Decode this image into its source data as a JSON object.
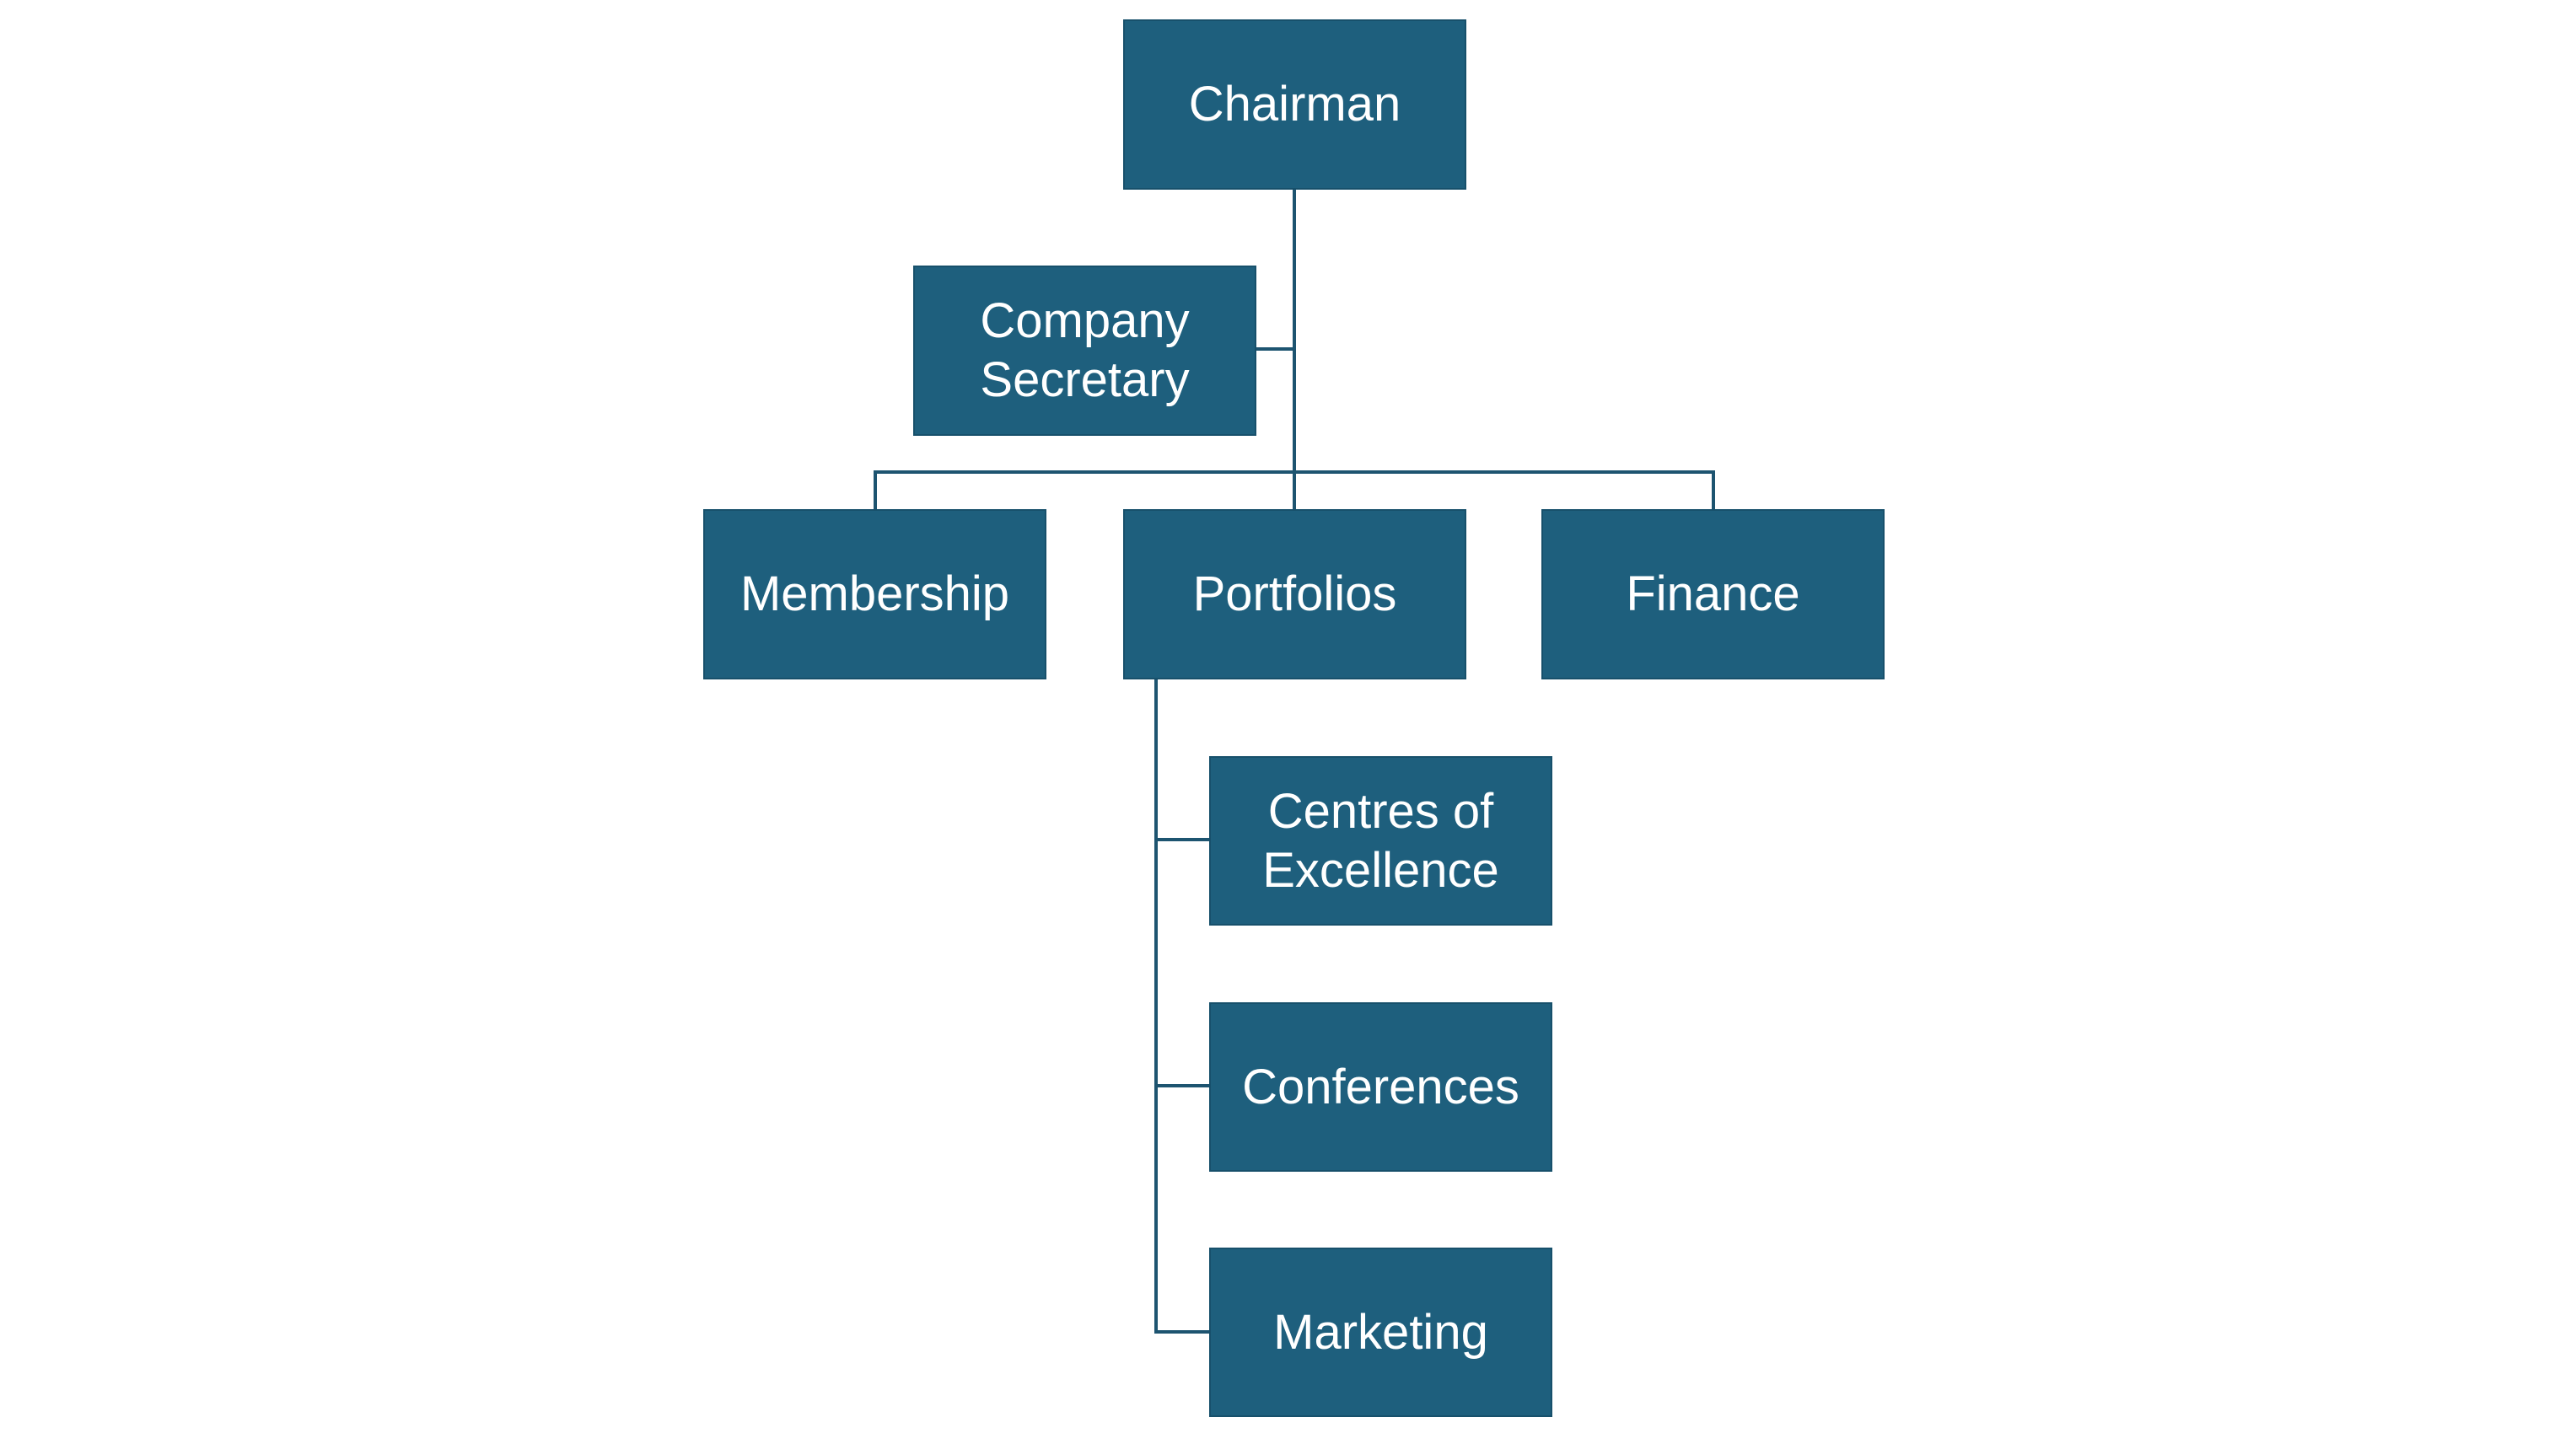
{
  "diagram": {
    "type": "org-chart",
    "background": "#FFFFFF",
    "palette": {
      "node_fill": "#1E5F7D",
      "node_border": "#17506B",
      "connector": "#1D5470",
      "node_text": "#FFFFFF"
    },
    "nodes": {
      "chairman": {
        "label": "Chairman"
      },
      "company_secretary": {
        "label": "Company Secretary"
      },
      "membership": {
        "label": "Membership"
      },
      "portfolios": {
        "label": "Portfolios"
      },
      "finance": {
        "label": "Finance"
      },
      "centres_of_excellence": {
        "label": "Centres of Excellence"
      },
      "conferences": {
        "label": "Conferences"
      },
      "marketing": {
        "label": "Marketing"
      }
    },
    "edges": [
      {
        "from": "Chairman",
        "to": "Company Secretary",
        "style": "assistant"
      },
      {
        "from": "Chairman",
        "to": "Membership",
        "style": "reports"
      },
      {
        "from": "Chairman",
        "to": "Portfolios",
        "style": "reports"
      },
      {
        "from": "Chairman",
        "to": "Finance",
        "style": "reports"
      },
      {
        "from": "Portfolios",
        "to": "Centres of Excellence",
        "style": "reports"
      },
      {
        "from": "Portfolios",
        "to": "Conferences",
        "style": "reports"
      },
      {
        "from": "Portfolios",
        "to": "Marketing",
        "style": "reports"
      }
    ]
  }
}
